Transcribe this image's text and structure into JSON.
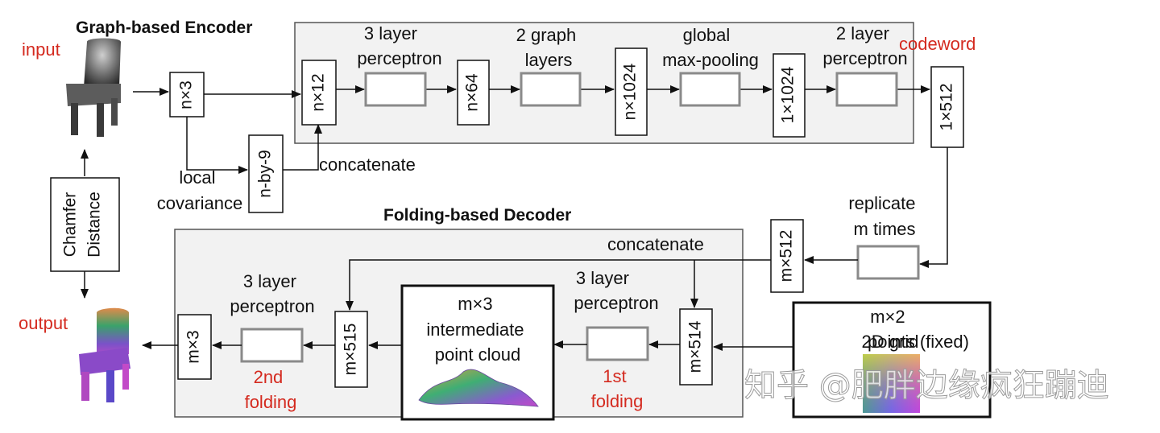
{
  "encoder": {
    "title": "Graph-based Encoder",
    "input_label": "input",
    "nodes": {
      "n3": "n×3",
      "n12": "n×12",
      "n64": "n×64",
      "n1024": "n×1024",
      "one1024": "1×1024",
      "nby9": "n-by-9"
    },
    "stages": {
      "perceptron3": [
        "3 layer",
        "perceptron"
      ],
      "graph2": [
        "2 graph",
        "layers"
      ],
      "maxpool": [
        "global",
        "max-pooling"
      ],
      "perceptron2": [
        "2 layer",
        "perceptron"
      ]
    },
    "local_cov": [
      "local",
      "covariance"
    ],
    "concatenate": "concatenate"
  },
  "codeword": {
    "label": "codeword",
    "node": "1×512"
  },
  "replicate": {
    "text": [
      "replicate",
      "m times"
    ],
    "node": "m×512"
  },
  "decoder": {
    "title": "Folding-based Decoder",
    "concatenate": "concatenate",
    "nodes": {
      "m514": "m×514",
      "m515": "m×515",
      "m3": "m×3"
    },
    "perceptron_first": [
      "3 layer",
      "perceptron"
    ],
    "perceptron_second": [
      "3 layer",
      "perceptron"
    ],
    "first_folding": [
      "1st",
      "folding"
    ],
    "second_folding": [
      "2nd",
      "folding"
    ],
    "intermediate": [
      "m×3",
      "intermediate",
      "point cloud"
    ]
  },
  "grid": {
    "text": [
      "m×2",
      "2D grid",
      "points (fixed)"
    ]
  },
  "chamfer": [
    "Chamfer",
    "Distance"
  ],
  "output_label": "output",
  "watermark": "知乎 @肥胖边缘疯狂蹦迪",
  "colors": {
    "accent_red": "#d42a1f",
    "panel_fill": "#f2f2f2",
    "panel_stroke": "#555555",
    "stage_stroke": "#8a8a8a"
  }
}
